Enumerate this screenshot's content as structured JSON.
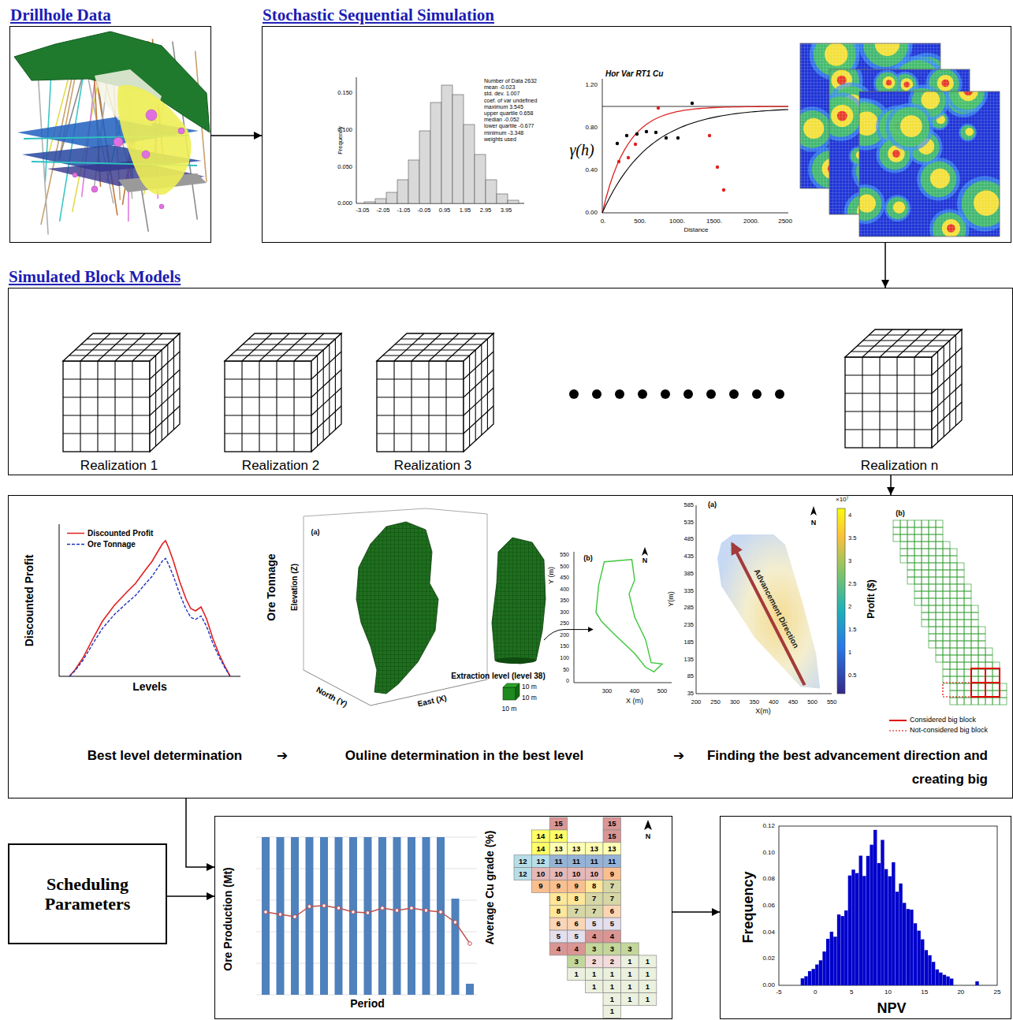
{
  "diagram": {
    "nodes": [
      {
        "text": [
          "Drillhole Data"
        ]
      },
      {
        "text": [
          "Stochastic Sequential Simulation"
        ]
      },
      {
        "text": [
          "Simulated Block Models",
          "Realization 1",
          "Realization 2",
          "Realization 3",
          "Realization n"
        ]
      },
      {
        "text": [
          "Best level determination",
          "➔",
          "Ouline determination in the best level",
          "➔",
          "Finding the best advancement direction and creating big"
        ]
      },
      {
        "text": [
          "Scheduling Parameters"
        ]
      },
      {
        "text": [
          "Ore Production (Mt)",
          "Average Cu grade (%)",
          "Period"
        ]
      },
      {
        "text": [
          "Frequency",
          "NPV"
        ]
      }
    ],
    "edges": [
      {
        "from": 0,
        "to": 1,
        "arrow": "to"
      },
      {
        "from": 1,
        "to": 2,
        "arrow": "to"
      },
      {
        "from": 2,
        "to": 3,
        "arrow": "to"
      },
      {
        "from": 3,
        "to": 5,
        "arrow": "to"
      },
      {
        "from": 4,
        "to": 5,
        "arrow": "to"
      },
      {
        "from": 5,
        "to": 6,
        "arrow": "to"
      }
    ],
    "labels": [
      "Frequency",
      "0.150",
      "0.100",
      "0.050",
      "0.000",
      "-3.05",
      "-2.05",
      "-1.05",
      "-0.05",
      "0.95",
      "1.95",
      "2.95",
      "3.95",
      "Number of Data 2632",
      "mean -0.023",
      "std. dev. 1.007",
      "coef. of var undefined",
      "maximum 3.545",
      "upper quartile 0.658",
      "median -0.052",
      "lower quartile -0.677",
      "minimum -3.348",
      "weights used",
      "Hor Var RT1 Cu",
      "γ(h)",
      "1.20",
      "0.80",
      "0.40",
      "0.00",
      "0.",
      "500.",
      "1000.",
      "1500.",
      "2000.",
      "2500",
      "Distance",
      "Discounted Profit",
      "Ore Tonnage",
      "Levels",
      "(a)",
      "Elevation (Z)",
      "North (Y)",
      "East (X)",
      "Extraction level (level 38)",
      "10 m",
      "10 m",
      "10 m",
      "(b)",
      "N",
      "550",
      "500",
      "450",
      "400",
      "350",
      "300",
      "250",
      "200",
      "150",
      "100",
      "50",
      "0",
      "Y (m)",
      "300",
      "400",
      "500",
      "X (m)",
      "(a)",
      "N",
      "585",
      "535",
      "485",
      "435",
      "385",
      "335",
      "285",
      "235",
      "185",
      "135",
      "85",
      "35",
      "Y(m)",
      "200",
      "250",
      "300",
      "350",
      "400",
      "450",
      "500",
      "550",
      "X(m)",
      "Advancement Direction",
      "×10⁷",
      "4",
      "3.5",
      "3",
      "2.5",
      "2",
      "1.5",
      "1",
      "0.5",
      "Profit ($)",
      "(b)",
      "N",
      "15",
      "15",
      "14",
      "14",
      "15",
      "14",
      "13",
      "13",
      "13",
      "13",
      "12",
      "12",
      "11",
      "11",
      "11",
      "11",
      "12",
      "10",
      "10",
      "10",
      "10",
      "9",
      "9",
      "9",
      "9",
      "8",
      "7",
      "8",
      "8",
      "7",
      "7",
      "8",
      "7",
      "7",
      "6",
      "6",
      "6",
      "5",
      "5",
      "5",
      "5",
      "4",
      "4",
      "4",
      "4",
      "3",
      "3",
      "3",
      "3",
      "2",
      "2",
      "1",
      "1",
      "1",
      "1",
      "1",
      "1",
      "1",
      "1",
      "1",
      "1",
      "1",
      "1",
      "1",
      "1",
      "1",
      "0.12",
      "0.10",
      "0.08",
      "0.06",
      "0.04",
      "0.02",
      "0.00",
      "-5",
      "0",
      "5",
      "10",
      "15",
      "20",
      "25"
    ],
    "legend": [
      {
        "text": "Discounted Profit"
      },
      {
        "text": "Ore Tonnage"
      },
      {
        "text": "Considered big block"
      },
      {
        "text": "Not-considered big block"
      }
    ]
  }
}
